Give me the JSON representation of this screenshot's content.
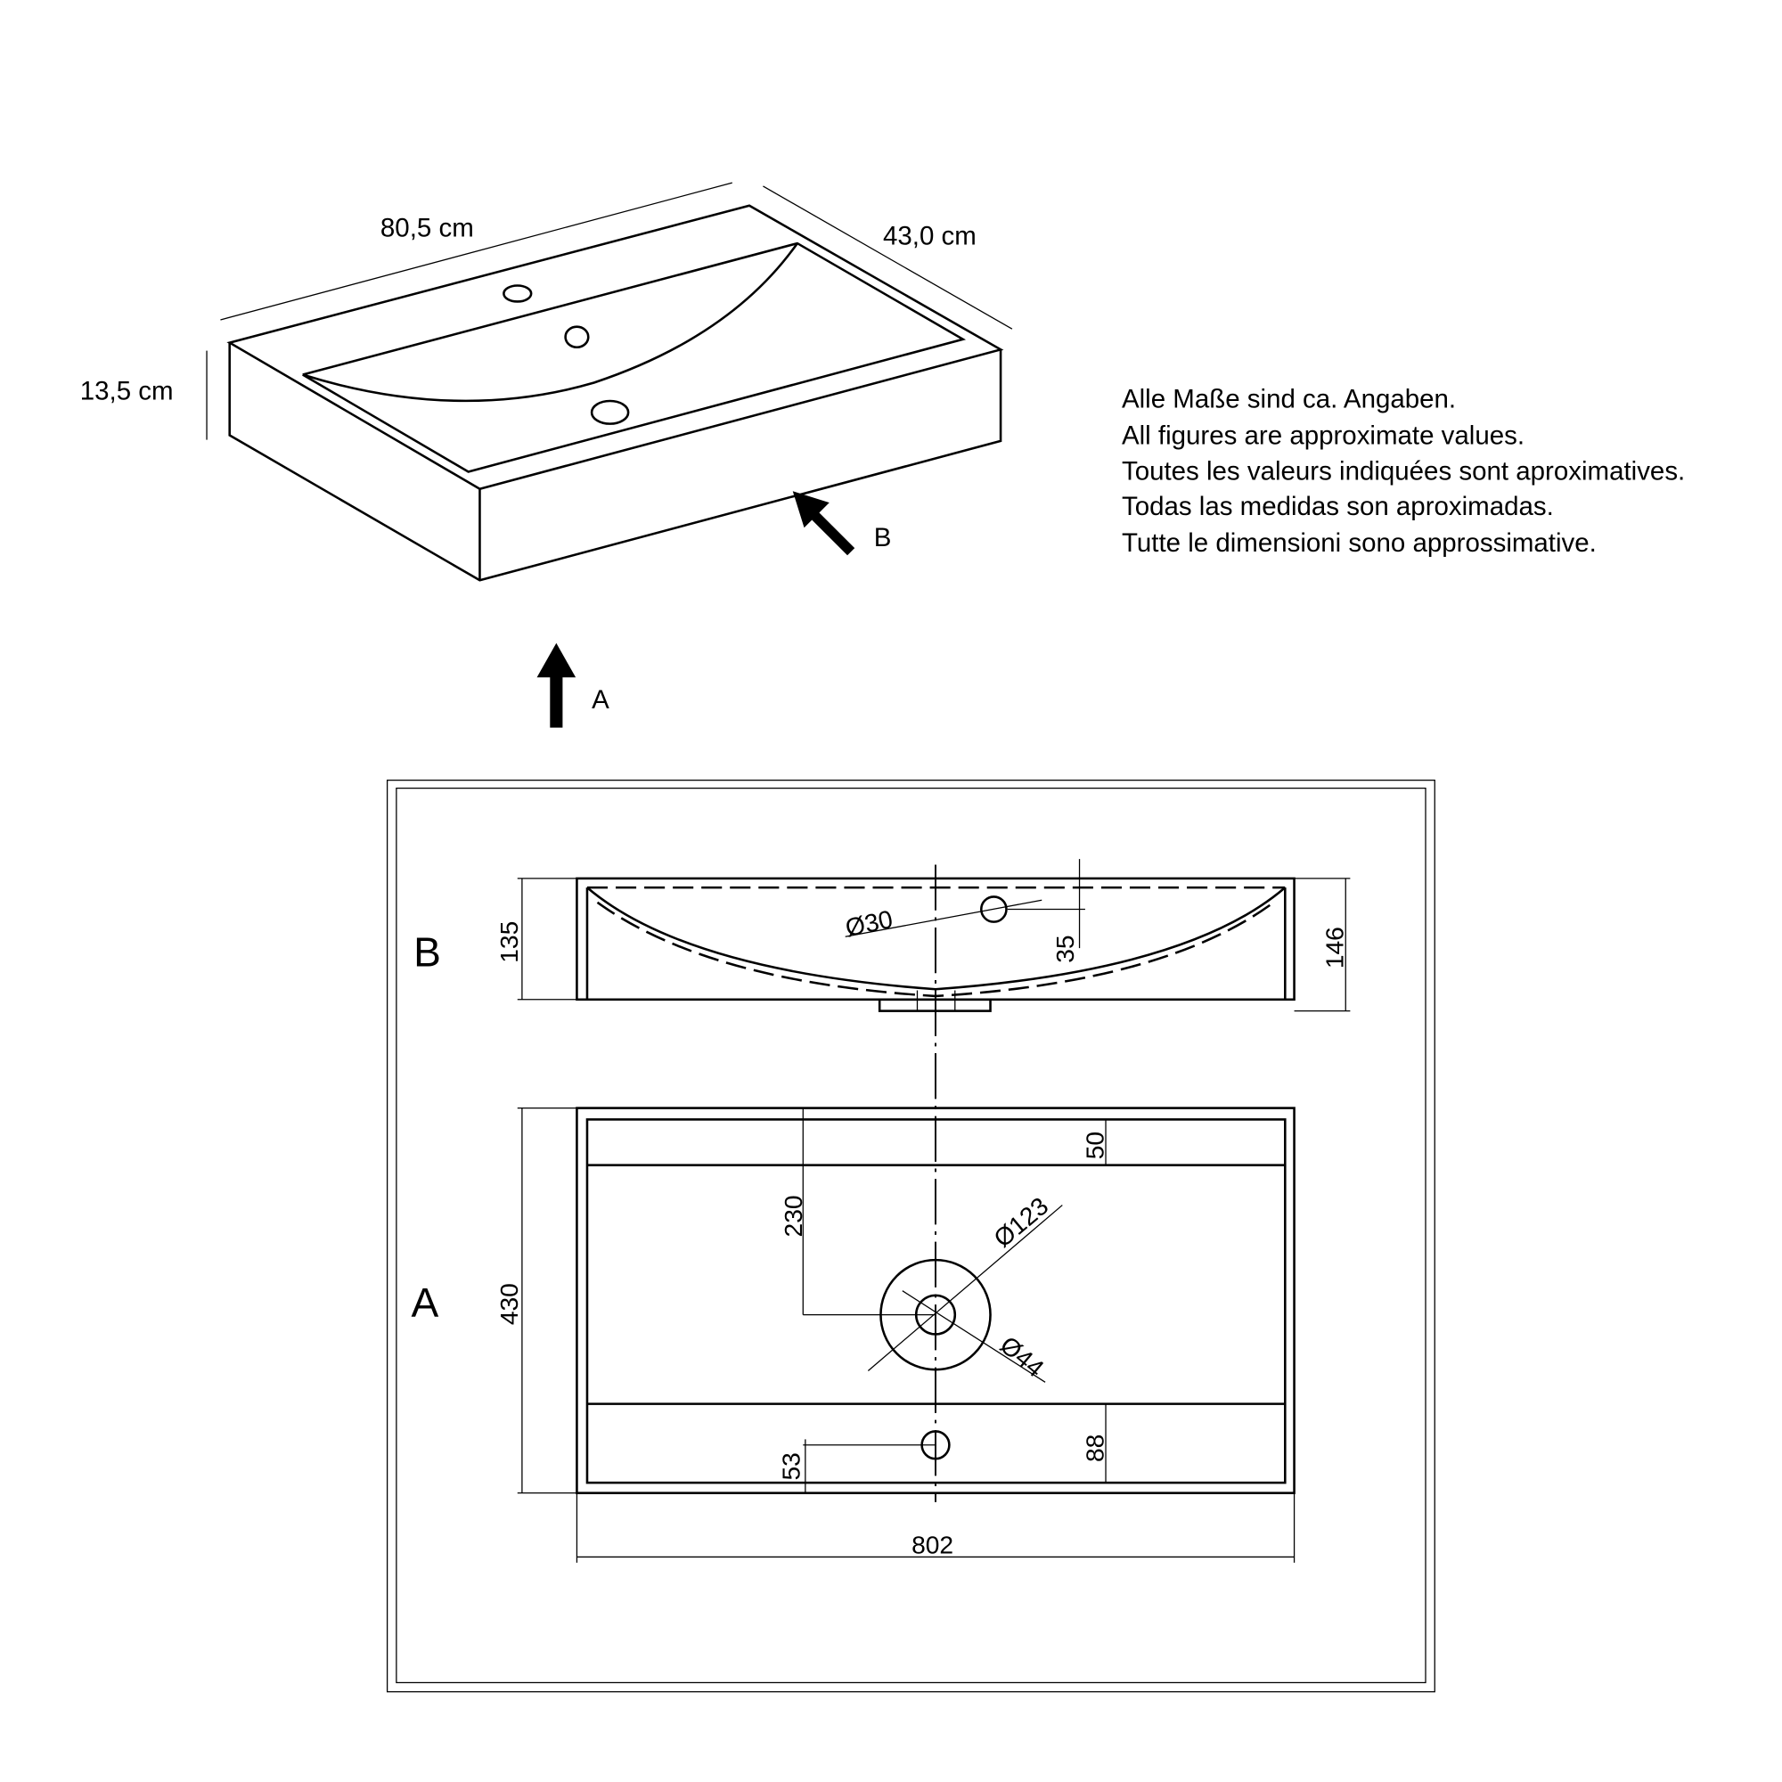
{
  "iso": {
    "width_label": "80,5 cm",
    "depth_label": "43,0 cm",
    "height_label": "13,5 cm",
    "view_b": "B",
    "view_a": "A"
  },
  "notes": [
    "Alle Maße sind ca. Angaben.",
    "All figures are approximate values.",
    "Toutes les valeurs indiquées sont aproximatives.",
    "Todas las medidas son aproximadas.",
    "Tutte le dimensioni sono approssimative."
  ],
  "view_b": {
    "label": "B",
    "height_inner": "135",
    "height_total": "146",
    "overflow_dia": "Ø30",
    "overflow_offset": "35"
  },
  "view_a": {
    "label": "A",
    "depth": "430",
    "width": "802",
    "drain_offset": "230",
    "drain_outer": "Ø123",
    "drain_inner": "Ø44",
    "rim_top": "50",
    "rim_bottom": "88",
    "tap_offset": "53"
  }
}
